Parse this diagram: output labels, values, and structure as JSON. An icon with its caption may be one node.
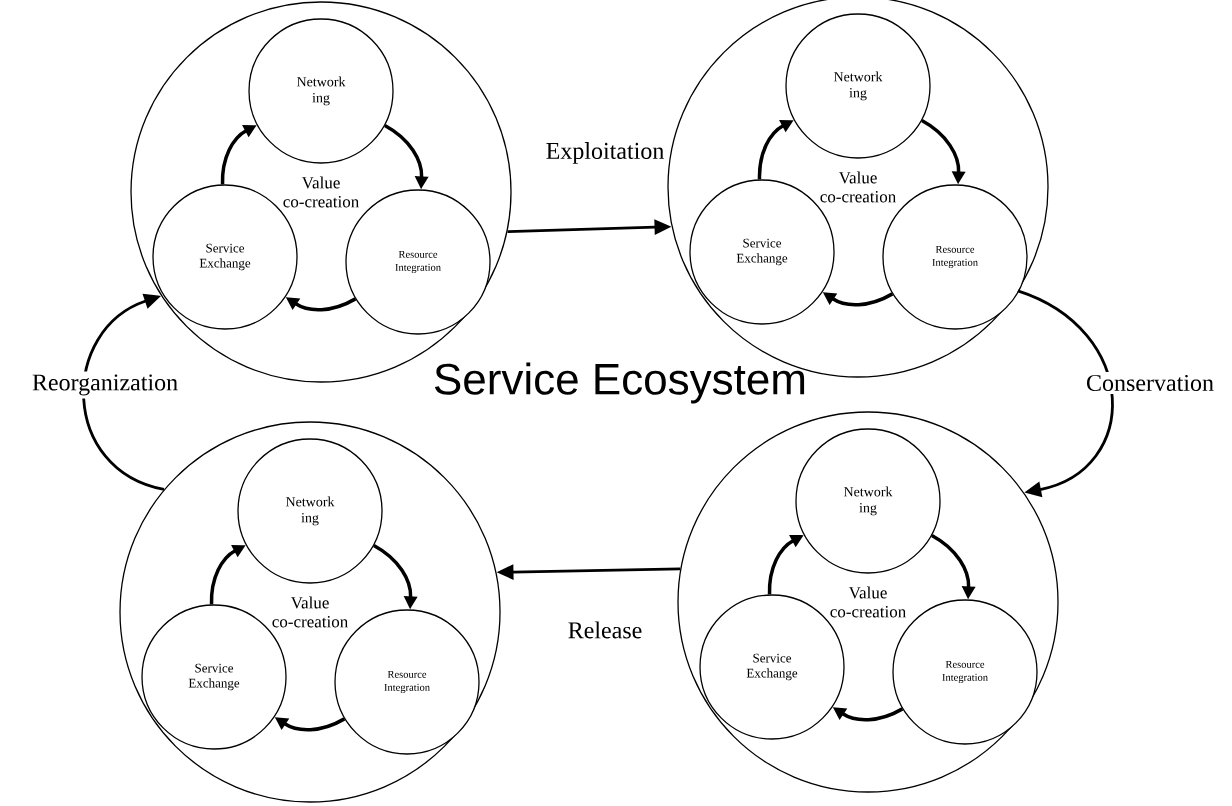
{
  "diagram": {
    "nodes": [
      {
        "text": [
          "Value co-creation"
        ]
      },
      {
        "text": [
          "Network ing"
        ],
        "in": 0
      },
      {
        "text": [
          "Service Exchange"
        ],
        "in": 0
      },
      {
        "text": [
          "Resource Integration"
        ],
        "in": 0
      },
      {
        "text": [
          "Value co-creation"
        ]
      },
      {
        "text": [
          "Network ing"
        ],
        "in": 4
      },
      {
        "text": [
          "Service Exchange"
        ],
        "in": 4
      },
      {
        "text": [
          "Resource Integration"
        ],
        "in": 4
      },
      {
        "text": [
          "Value co-creation"
        ]
      },
      {
        "text": [
          "Network ing"
        ],
        "in": 8
      },
      {
        "text": [
          "Service Exchange"
        ],
        "in": 8
      },
      {
        "text": [
          "Resource Integration"
        ],
        "in": 8
      },
      {
        "text": [
          "Value co-creation"
        ]
      },
      {
        "text": [
          "Network ing"
        ],
        "in": 12
      },
      {
        "text": [
          "Service Exchange"
        ],
        "in": 12
      },
      {
        "text": [
          "Resource Integration"
        ],
        "in": 12
      }
    ],
    "edges": [
      {
        "from": 1,
        "to": 3,
        "arrow": "to"
      },
      {
        "from": 3,
        "to": 2,
        "arrow": "to"
      },
      {
        "from": 2,
        "to": 1,
        "arrow": "to"
      },
      {
        "from": 5,
        "to": 7,
        "arrow": "to"
      },
      {
        "from": 7,
        "to": 6,
        "arrow": "to"
      },
      {
        "from": 6,
        "to": 5,
        "arrow": "to"
      },
      {
        "from": 9,
        "to": 11,
        "arrow": "to"
      },
      {
        "from": 11,
        "to": 10,
        "arrow": "to"
      },
      {
        "from": 10,
        "to": 9,
        "arrow": "to"
      },
      {
        "from": 13,
        "to": 15,
        "arrow": "to"
      },
      {
        "from": 15,
        "to": 14,
        "arrow": "to"
      },
      {
        "from": 14,
        "to": 13,
        "arrow": "to"
      },
      {
        "from": 0,
        "to": 4,
        "arrow": "to",
        "label": "Exploitation"
      },
      {
        "from": 4,
        "to": 12,
        "arrow": "to",
        "label": "Conservation"
      },
      {
        "from": 12,
        "to": 8,
        "arrow": "to",
        "label": "Release"
      },
      {
        "from": 8,
        "to": 0,
        "arrow": "to",
        "label": "Reorganization"
      }
    ],
    "labels": [
      "Service Ecosystem"
    ]
  }
}
